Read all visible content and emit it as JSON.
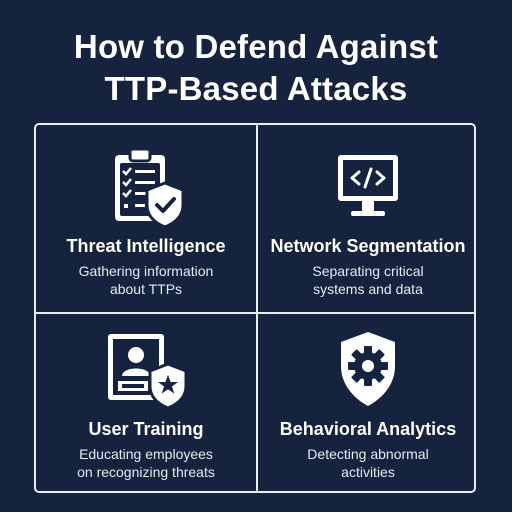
{
  "title": {
    "line1": "How to Defend Against",
    "line2": "TTP-Based Attacks"
  },
  "cards": [
    {
      "icon": "clipboard-checklist-shield-icon",
      "label": "Threat Intelligence",
      "desc_line1": "Gathering information",
      "desc_line2": "about TTPs"
    },
    {
      "icon": "monitor-code-icon",
      "label": "Network Segmentation",
      "desc_line1": "Separating critical",
      "desc_line2": "systems and data"
    },
    {
      "icon": "id-card-shield-star-icon",
      "label": "User Training",
      "desc_line1": "Educating employees",
      "desc_line2": "on recognizing threats"
    },
    {
      "icon": "shield-gear-icon",
      "label": "Behavioral Analytics",
      "desc_line1": "Detecting abnormal",
      "desc_line2": "activities"
    }
  ],
  "colors": {
    "background": "#15233f",
    "foreground": "#ffffff",
    "border": "#e9edf3"
  }
}
